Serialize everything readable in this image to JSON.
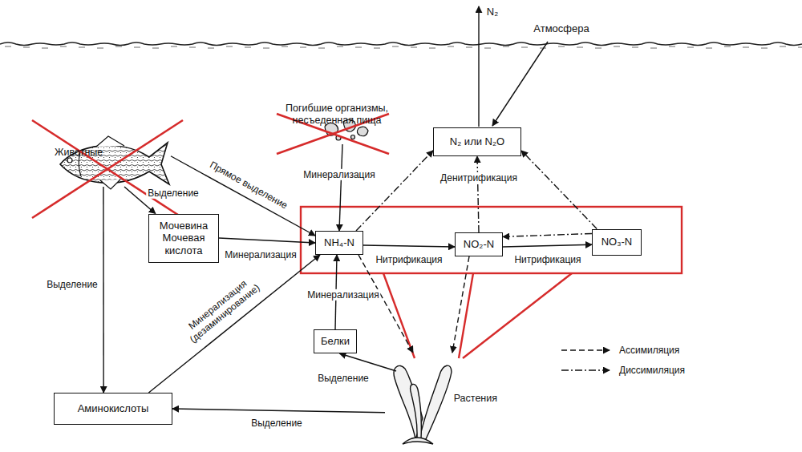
{
  "diagram": {
    "nodes": [
      {
        "text": [
          "Животные"
        ]
      },
      {
        "text": [
          "Погибшие организмы, несъеденная пища"
        ]
      },
      {
        "text": [
          "N₂ или N₂O"
        ]
      },
      {
        "text": [
          "Мочевина Мочевая кислота"
        ]
      },
      {
        "text": [
          "NH₄-N"
        ]
      },
      {
        "text": [
          "NO₂-N"
        ]
      },
      {
        "text": [
          "NO₃-N"
        ]
      },
      {
        "text": [
          "Белки"
        ]
      },
      {
        "text": [
          "Аминокислоты"
        ]
      },
      {
        "text": [
          "Растения"
        ]
      }
    ],
    "edges": [
      {
        "from": 0,
        "to": 3,
        "label": "Выделение",
        "arrow": "to"
      },
      {
        "from": 0,
        "to": 4,
        "label": "Прямое выделение",
        "arrow": "to"
      },
      {
        "from": 0,
        "to": 8,
        "label": "Выделение",
        "arrow": "to"
      },
      {
        "from": 3,
        "to": 4,
        "label": "Минерализация",
        "arrow": "to"
      },
      {
        "from": 1,
        "to": 4,
        "label": "Минерализация",
        "arrow": "to"
      },
      {
        "from": 4,
        "to": 5,
        "label": "Нитрификация",
        "arrow": "to"
      },
      {
        "from": 5,
        "to": 6,
        "label": "Нитрификация",
        "arrow": "to"
      },
      {
        "from": 6,
        "to": 5,
        "arrow": "to"
      },
      {
        "from": 5,
        "to": 2,
        "label": "Денитрификация",
        "arrow": "to"
      },
      {
        "from": 6,
        "to": 2,
        "arrow": "to"
      },
      {
        "from": 4,
        "to": 2,
        "arrow": "to"
      },
      {
        "from": 8,
        "to": 4,
        "label": "Минерализация (дезаминирование)",
        "arrow": "to"
      },
      {
        "from": 7,
        "to": 4,
        "label": "Минерализация",
        "arrow": "to"
      },
      {
        "from": 9,
        "to": 7,
        "label": "Выделение",
        "arrow": "to"
      },
      {
        "from": 9,
        "to": 8,
        "label": "Выделение",
        "arrow": "to"
      },
      {
        "from": 4,
        "to": 9,
        "arrow": "to"
      },
      {
        "from": 5,
        "to": 9,
        "arrow": "to"
      }
    ],
    "labels": [
      "N₂",
      "Атмосфера"
    ],
    "legend": [
      {
        "text": "Ассимиляция"
      },
      {
        "text": "Диссимиляция"
      }
    ]
  }
}
